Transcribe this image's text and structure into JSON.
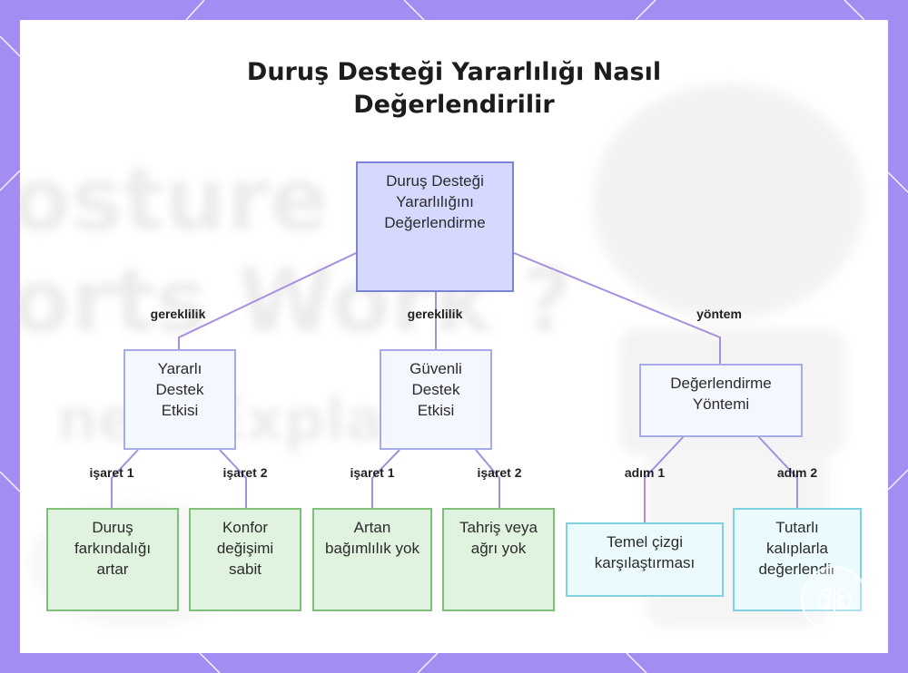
{
  "title": "Duruş Desteği Yararlılığı Nasıl Değerlendirilir",
  "background_text": [
    "osture",
    "orts Work ?",
    "nessExplaine"
  ],
  "colors": {
    "frame": "#a38cf2",
    "edge": "#a68fe0",
    "root_fill": "#d5d9ff",
    "mid_fill": "#f5f7ff",
    "green_fill": "#e0f3df",
    "cyan_fill": "#ebfbfd"
  },
  "nodes": {
    "root": "Duruş Desteği Yararlılığını Değerlendirme",
    "benefit": "Yararlı Destek Etkisi",
    "safe": "Güvenli Destek Etkisi",
    "method": "Değerlendirme Yöntemi",
    "awareness": "Duruş farkındalığı artar",
    "comfort": "Konfor değişimi sabit",
    "dependence": "Artan bağımlılık yok",
    "irritation": "Tahriş veya ağrı yok",
    "baseline": "Temel çizgi karşılaştırması",
    "consistent": "Tutarlı kalıplarla değerlendir"
  },
  "edges": {
    "root_benefit": "gereklilik",
    "root_safe": "gereklilik",
    "root_method": "yöntem",
    "benefit_awareness": "işaret 1",
    "benefit_comfort": "işaret 2",
    "safe_dependence": "işaret 1",
    "safe_irritation": "işaret 2",
    "method_baseline": "adım 1",
    "method_consistent": "adım 2"
  },
  "logo_icon": "brain-circuit-icon"
}
